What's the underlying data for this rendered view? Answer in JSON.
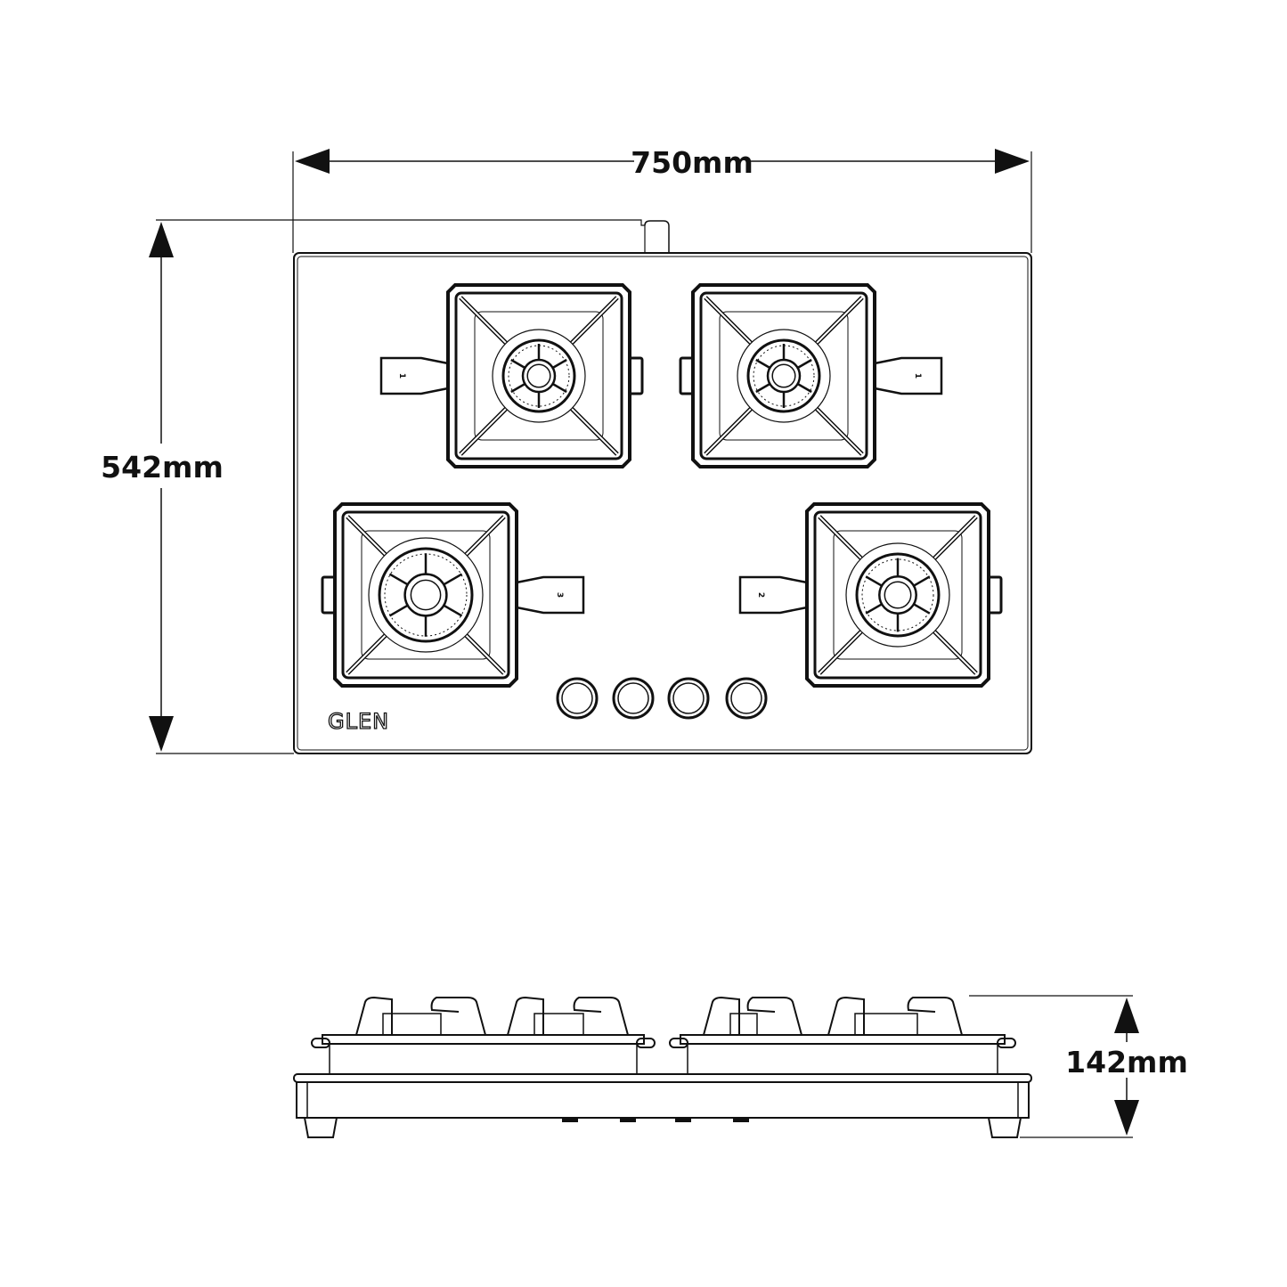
{
  "dimensions": {
    "width": "750mm",
    "depth": "542mm",
    "height": "142mm"
  },
  "brand": "GLEN",
  "burners": [
    {
      "position": "top-left",
      "support_label": "1"
    },
    {
      "position": "top-right",
      "support_label": "1"
    },
    {
      "position": "bottom-left",
      "support_label": "3"
    },
    {
      "position": "bottom-right",
      "support_label": "2"
    }
  ],
  "knob_count": 4,
  "colors": {
    "line": "#111111",
    "background": "#ffffff"
  }
}
